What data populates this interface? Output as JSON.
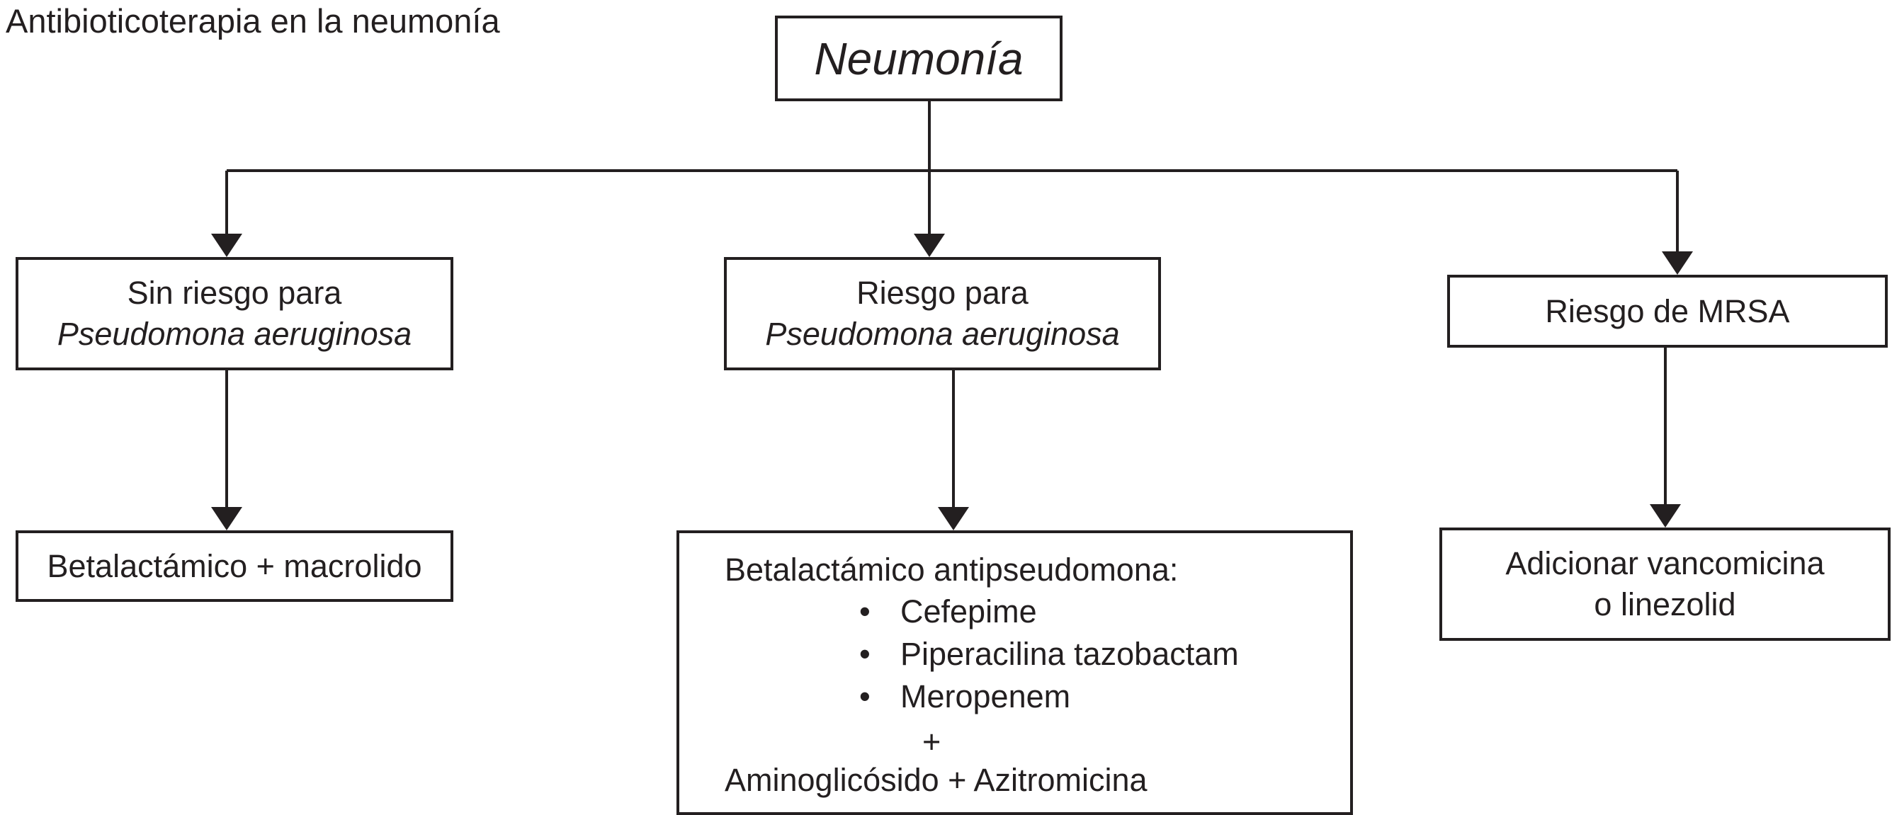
{
  "caption": "Antibioticoterapia en la neumonía",
  "root": {
    "label": "Neumonía"
  },
  "branches": [
    {
      "condition_lines": [
        "Sin riesgo para",
        "Pseudomona aeruginosa"
      ],
      "treatment": "Betalactámico + macrolido"
    },
    {
      "condition_lines": [
        "Riesgo para",
        "Pseudomona aeruginosa"
      ],
      "treatment_header": "Betalactámico antipseudomona:",
      "treatment_items": [
        "Cefepime",
        "Piperacilina tazobactam",
        "Meropenem"
      ],
      "treatment_plus": "+",
      "treatment_tail": "Aminoglicósido + Azitromicina"
    },
    {
      "condition": "Riesgo de MRSA",
      "treatment_lines": [
        "Adicionar vancomicina",
        "o linezolid"
      ]
    }
  ],
  "colors": {
    "line": "#231f20",
    "background": "#ffffff"
  }
}
